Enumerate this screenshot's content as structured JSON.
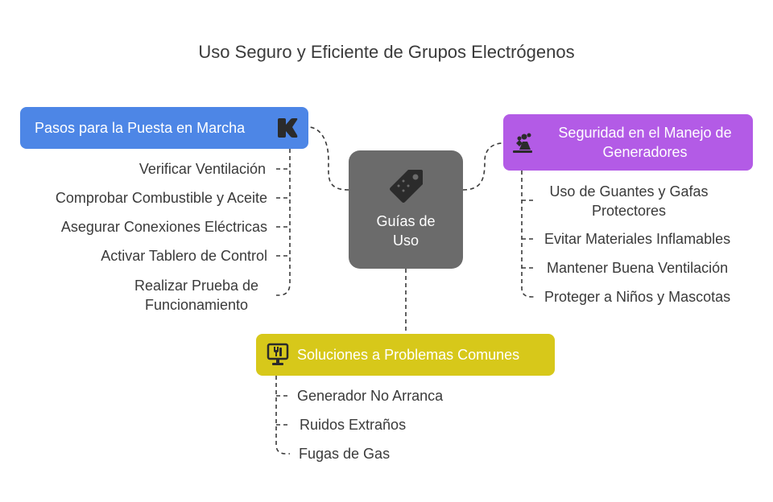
{
  "title": "Uso Seguro y Eficiente de Grupos Electrógenos",
  "center": {
    "label": "Guías de Uso",
    "icon": "tag-icon"
  },
  "branches": {
    "setup": {
      "label": "Pasos para la Puesta en Marcha",
      "icon": "k-logo-icon",
      "color": "#4d86e6",
      "items": [
        "Verificar Ventilación",
        "Comprobar Combustible y Aceite",
        "Asegurar Conexiones Eléctricas",
        "Activar Tablero de Control",
        "Realizar Prueba de Funcionamiento"
      ]
    },
    "safety": {
      "label": "Seguridad en el Manejo de Generadores",
      "icon": "safety-equipment-icon",
      "color": "#b35be6",
      "items": [
        "Uso de Guantes y Gafas Protectores",
        "Evitar Materiales Inflamables",
        "Mantener Buena Ventilación",
        "Proteger a Niños y Mascotas"
      ]
    },
    "troubleshooting": {
      "label": "Soluciones a Problemas Comunes",
      "icon": "computer-repair-icon",
      "color": "#d7c81a",
      "items": [
        "Generador No Arranca",
        "Ruidos Extraños",
        "Fugas de Gas"
      ]
    }
  }
}
